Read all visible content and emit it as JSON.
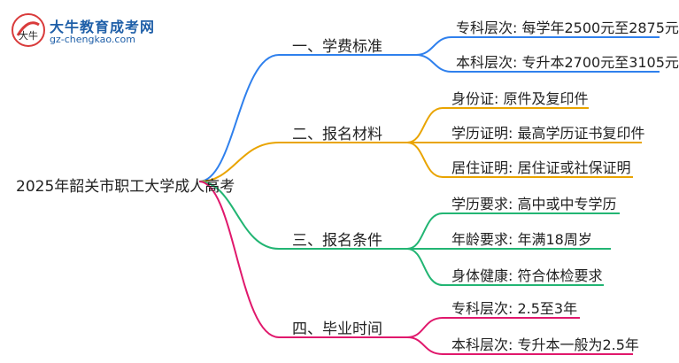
{
  "logo": {
    "name": "大牛教育成考网",
    "url": "gz-chengkao.com",
    "mark_text": "大牛"
  },
  "root": "2025年韶关市职工大学成人高考",
  "branches": [
    {
      "label": "一、学费标准",
      "color": "#2f80ed",
      "leaves": [
        "专科层次: 每学年2500元至2875元",
        "本科层次: 专升本2700元至3105元"
      ]
    },
    {
      "label": "二、报名材料",
      "color": "#e9a400",
      "leaves": [
        "身份证: 原件及复印件",
        "学历证明: 最高学历证书复印件",
        "居住证明: 居住证或社保证明"
      ]
    },
    {
      "label": "三、报名条件",
      "color": "#22b573",
      "leaves": [
        "学历要求: 高中或中专学历",
        "年龄要求: 年满18周岁",
        "身体健康: 符合体检要求"
      ]
    },
    {
      "label": "四、毕业时间",
      "color": "#e0186c",
      "leaves": [
        "专科层次: 2.5至3年",
        "本科层次: 专升本一般为2.5年"
      ]
    }
  ]
}
